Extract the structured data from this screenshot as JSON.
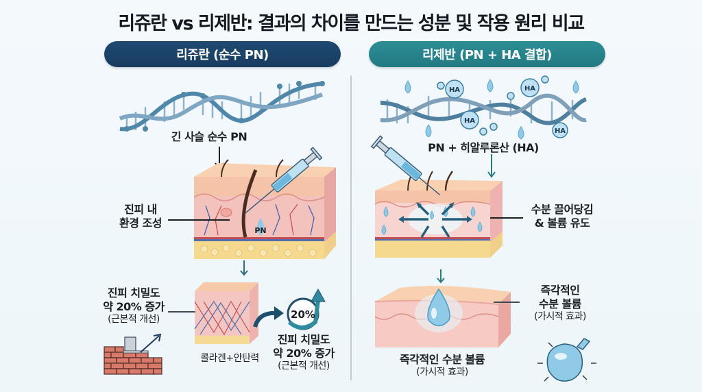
{
  "title": "리쥬란 vs 리제반: 결과의 차이를 만드는 성분 및 작용 원리 비교",
  "colors": {
    "left_header": "#1f4a72",
    "right_header": "#2a8a92",
    "skin_top": "#f6caa8",
    "dermis": "#f2b7b2",
    "fat": "#f3dc9c",
    "water": "#7fc2e4",
    "arrow": "#1f5f7e"
  },
  "left": {
    "header": "리쥬란 (순수 PN)",
    "dna_label": "긴 사슬 순수 PN",
    "dermis_label_line1": "진피 내",
    "dermis_label_line2": "환경 조성",
    "drop_label": "PN",
    "density_label_line1": "진피 치밀도",
    "density_label_line2": "약 20% 증가",
    "density_label_line3": "(근본적 개선)",
    "collagen_label": "콜라겐+안탄력",
    "badge_value": "20%",
    "result_label_line1": "진피 치밀도",
    "result_label_line2": "약 20% 증가",
    "result_label_line3": "(근본적 개선)",
    "icons": [
      "dna-helix-icon",
      "syringe-icon",
      "skin-cross-section",
      "brick-wall-icon",
      "growth-arrow-icon",
      "circular-arrow-badge-icon"
    ]
  },
  "right": {
    "header": "리제반 (PN + HA 결합)",
    "ha_molecules": [
      "HA",
      "HA",
      "HA",
      "HA"
    ],
    "dna_label": "PN + 히알루론산 (HA)",
    "effect_label_line1": "수분 끌어당김",
    "effect_label_line2": "& 볼륨 유도",
    "volume_label_line1": "즉각적인",
    "volume_label_line2": "수분 볼륨",
    "volume_label_line3": "(가시적 효과)",
    "bottom_label_line1": "즉각적인 수분 볼륨",
    "bottom_label_line2": "(가시적 효과)",
    "icons": [
      "dna-helix-icon",
      "water-drop-icon",
      "syringe-icon",
      "skin-cross-section",
      "water-balloon-icon"
    ]
  }
}
